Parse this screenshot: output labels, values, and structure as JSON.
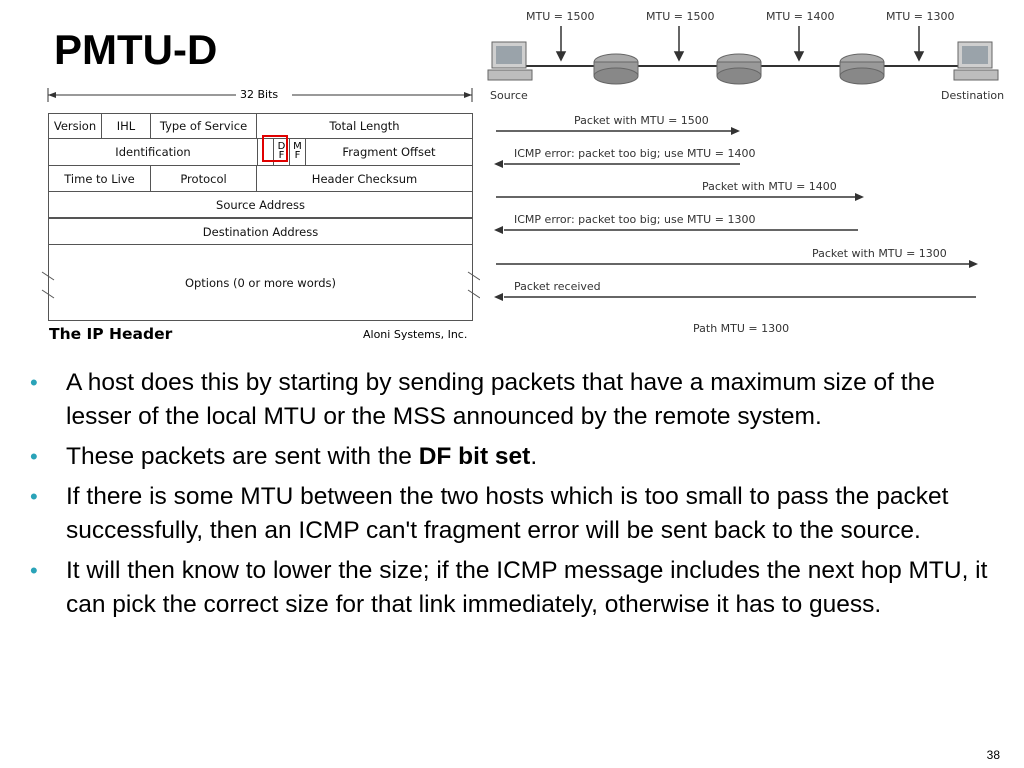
{
  "slide": {
    "title": "PMTU-D",
    "page_number": "38",
    "accent_color": "#2aa3b8",
    "highlight_color": "#e00000"
  },
  "ip_header": {
    "width_label": "32 Bits",
    "rows": {
      "version": "Version",
      "ihl": "IHL",
      "tos": "Type of Service",
      "total_length": "Total Length",
      "identification": "Identification",
      "df_top": "D",
      "df_bottom": "F",
      "mf_top": "M",
      "mf_bottom": "F",
      "fragment_offset": "Fragment Offset",
      "ttl": "Time to Live",
      "protocol": "Protocol",
      "checksum": "Header Checksum",
      "source": "Source Address",
      "destination": "Destination Address",
      "options": "Options (0 or more words)"
    },
    "caption": "The IP Header",
    "credit": "Aloni Systems, Inc."
  },
  "network": {
    "mtu_labels": [
      "MTU = 1500",
      "MTU = 1500",
      "MTU = 1400",
      "MTU = 1300"
    ],
    "source_label": "Source",
    "destination_label": "Destination",
    "messages": [
      {
        "text": "Packet with MTU = 1500",
        "direction": "right"
      },
      {
        "text": "ICMP error:  packet too big; use MTU = 1400",
        "direction": "left"
      },
      {
        "text": "Packet with MTU = 1400",
        "direction": "right"
      },
      {
        "text": "ICMP error:  packet too big; use MTU = 1300",
        "direction": "left"
      },
      {
        "text": "Packet with MTU = 1300",
        "direction": "right"
      },
      {
        "text": "Packet received",
        "direction": "left"
      }
    ],
    "path_mtu": "Path MTU = 1300"
  },
  "bullets": [
    {
      "text": "A host does this by starting by sending packets that have a maximum size of the lesser of the local MTU or the MSS announced by the remote system."
    },
    {
      "pre": "These packets are sent with the ",
      "bold": "DF bit set",
      "post": "."
    },
    {
      "text": "If there is some MTU between the two hosts which is too small to pass the packet successfully, then an ICMP can't fragment error will be sent back to the source."
    },
    {
      "text": "It will then know to lower the size; if the ICMP message includes the next hop MTU, it can pick the correct size for that link immediately, otherwise it has to guess."
    }
  ]
}
